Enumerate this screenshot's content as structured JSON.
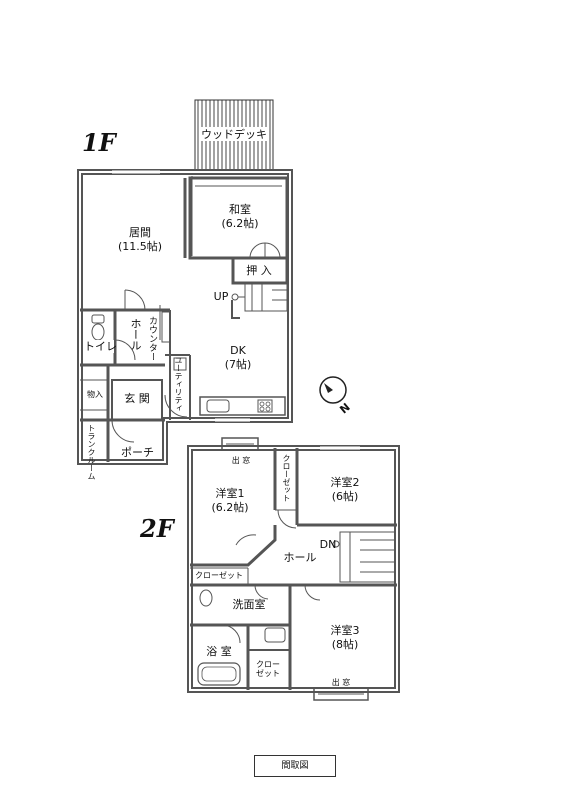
{
  "floors": {
    "first": {
      "label": "1F",
      "rooms": {
        "wood_deck": "ウッドデッキ",
        "living": "居間",
        "living_size": "(11.5帖)",
        "japanese": "和室",
        "japanese_size": "(6.2帖)",
        "closet_oshiire": "押 入",
        "up": "UP",
        "counter": "カウンター",
        "hall": "ホール",
        "toilet": "トイレ",
        "dk": "DK",
        "dk_size": "(7帖)",
        "utility": "ユーティリティ",
        "storage": "物入",
        "entrance": "玄 関",
        "trunk_room": "トランクルーム",
        "porch": "ポーチ"
      }
    },
    "second": {
      "label": "2F",
      "rooms": {
        "bay_window_top": "出 窓",
        "closet_top": "クローゼット",
        "western1": "洋室1",
        "western1_size": "(6.2帖)",
        "western2": "洋室2",
        "western2_size": "(6帖)",
        "dn": "DN",
        "hall": "ホール",
        "closet_left": "クローゼット",
        "washroom": "洗面室",
        "bath": "浴 室",
        "closet_bottom": "クロー\nゼット",
        "western3": "洋室3",
        "western3_size": "(8帖)",
        "bay_window_bottom": "出 窓"
      }
    }
  },
  "compass": {
    "label": "N"
  },
  "legend": {
    "label": "間取図"
  }
}
